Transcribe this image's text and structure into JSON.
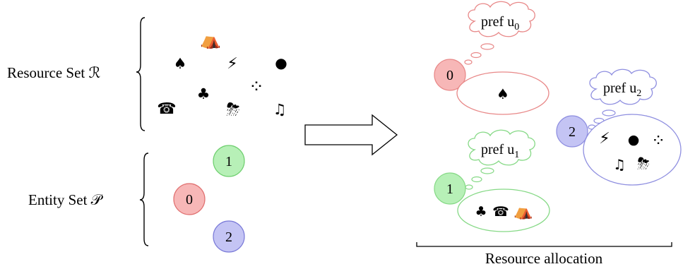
{
  "left": {
    "resource_set_label": "Resource Set ℛ",
    "entity_set_label": "Entity Set 𝒫",
    "resources": [
      {
        "name": "tent-icon",
        "glyph": "⛺"
      },
      {
        "name": "spade-icon",
        "glyph": "♠"
      },
      {
        "name": "lightning-icon",
        "glyph": "⚡"
      },
      {
        "name": "circle-icon",
        "glyph": "●"
      },
      {
        "name": "dots-icon",
        "glyph": "⁘"
      },
      {
        "name": "club-icon",
        "glyph": "♣"
      },
      {
        "name": "phone-icon",
        "glyph": "☎"
      },
      {
        "name": "rain-cloud-icon",
        "glyph": "⛈"
      },
      {
        "name": "music-note-icon",
        "glyph": "♫"
      }
    ],
    "entities": [
      {
        "id": "1",
        "color": "#b7f0b7",
        "stroke": "#6fcf6f"
      },
      {
        "id": "0",
        "color": "#f7b7b7",
        "stroke": "#e06f6f"
      },
      {
        "id": "2",
        "color": "#c4c4f4",
        "stroke": "#7a7ad8"
      }
    ]
  },
  "right": {
    "allocation_label": "Resource allocation",
    "entities": [
      {
        "id": "0",
        "pref_text": "pref u",
        "pref_sub": "0",
        "color": "#f7b7b7",
        "stroke": "#e88888",
        "items": [
          "♠"
        ]
      },
      {
        "id": "1",
        "pref_text": "pref u",
        "pref_sub": "1",
        "color": "#b7f0b7",
        "stroke": "#86d986",
        "items": [
          "♣",
          "☎",
          "⛺"
        ]
      },
      {
        "id": "2",
        "pref_text": "pref u",
        "pref_sub": "2",
        "color": "#c4c4f4",
        "stroke": "#8f8fe0",
        "items": [
          "⚡",
          "●",
          "⁘",
          "♫",
          "⛈"
        ]
      }
    ]
  },
  "colors": {
    "entity_0": "#f7b7b7",
    "entity_1": "#b7f0b7",
    "entity_2": "#c4c4f4"
  }
}
